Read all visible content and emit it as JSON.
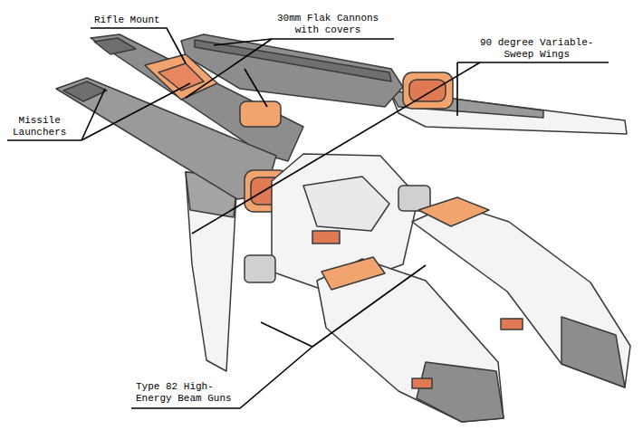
{
  "diagram": {
    "labels": [
      "Rifle Mount",
      "30mm Flak Cannons with covers",
      "90 degree Variable-Sweep Wings",
      "Missile Launchers",
      "Type 82 High-Energy Beam Guns"
    ]
  }
}
